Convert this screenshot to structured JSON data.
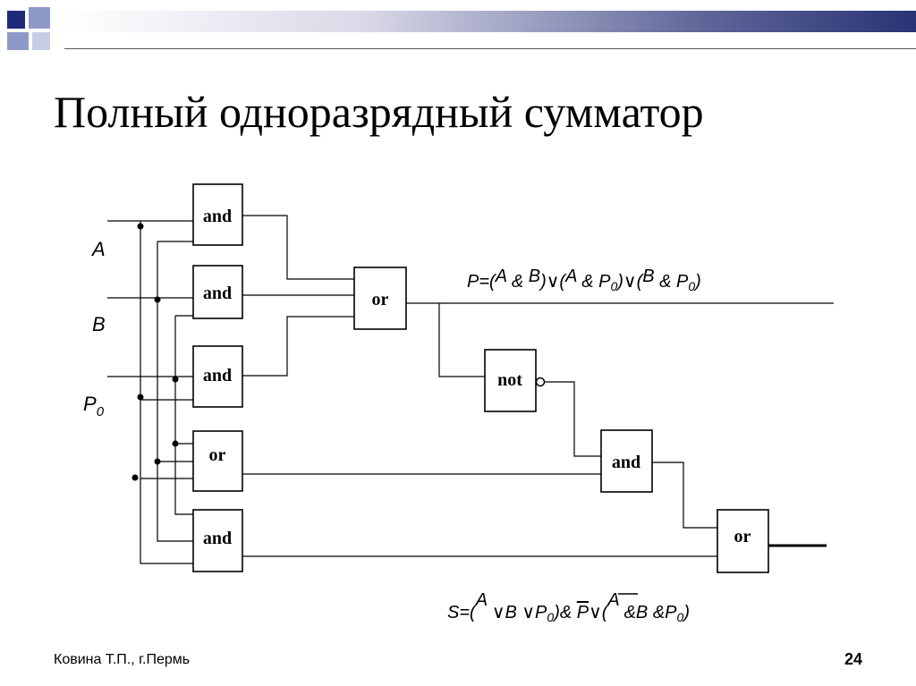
{
  "slide": {
    "title": "Полный одноразрядный сумматор",
    "footer": "Ковина Т.П., г.Пермь",
    "page_number": "24"
  },
  "colors": {
    "header_gradient_dark": "#2a3374",
    "header_square_dark": "#1f2a7a",
    "header_square_light": "#8f99c9"
  },
  "inputs": {
    "a": "A",
    "b": "B",
    "p0": {
      "main": "P",
      "sub": "0"
    }
  },
  "gates": {
    "and1": "and",
    "and2": "and",
    "and3": "and",
    "or_carry": "or",
    "or_in": "or",
    "and_bottom": "and",
    "not": "not",
    "and_mid": "and",
    "or_sum": "or"
  },
  "formulas": {
    "carry": {
      "s1": "P=(",
      "s2": "A",
      "s3": " & ",
      "s4": "B",
      "s5": ")∨(",
      "s6": "A",
      "s7": " & ",
      "s8": "P",
      "s9": "0",
      "s10": ")∨(",
      "s11": "B",
      "s12": " & ",
      "s13": "P",
      "s14": "0",
      "s15": ")"
    },
    "sum": {
      "s1": "S=(",
      "s2": "A",
      "s3": " ∨",
      "s4": "B",
      "s5": " ∨",
      "s6": "P",
      "s7": "0",
      "s8": ")& ",
      "s9": "P",
      "s10": "∨(",
      "s11": "A",
      "s12": " &",
      "s13": "B",
      "s14": " &",
      "s15": "P",
      "s16": "0",
      "s17": ")"
    }
  }
}
